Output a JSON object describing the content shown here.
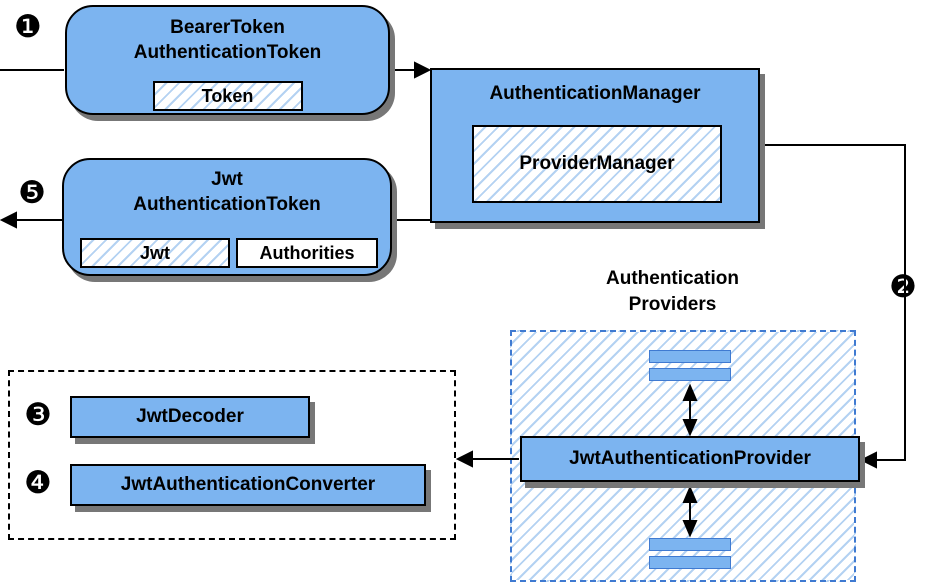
{
  "diagram": {
    "step_badges": {
      "one": "❶",
      "two": "❷",
      "three": "❸",
      "four": "❹",
      "five": "❺"
    },
    "bearer_token_box": {
      "title_line1": "BearerToken",
      "title_line2": "AuthenticationToken",
      "token_label": "Token"
    },
    "authentication_manager_box": {
      "title": "AuthenticationManager",
      "provider_manager_label": "ProviderManager"
    },
    "jwt_authentication_token_box": {
      "title_line1": "Jwt",
      "title_line2": "AuthenticationToken",
      "jwt_label": "Jwt",
      "authorities_label": "Authorities"
    },
    "authentication_providers": {
      "label_line1": "Authentication",
      "label_line2": "Providers",
      "provider_label": "JwtAuthenticationProvider"
    },
    "converter_group": {
      "jwt_decoder_label": "JwtDecoder",
      "jwt_authentication_converter_label": "JwtAuthenticationConverter"
    }
  },
  "colors": {
    "box_fill": "#7cb4f0",
    "hatch_stripe": "#b4d2f2",
    "dashed_blue": "#3f7ad1",
    "shadow": "#777777",
    "line": "#000000"
  }
}
